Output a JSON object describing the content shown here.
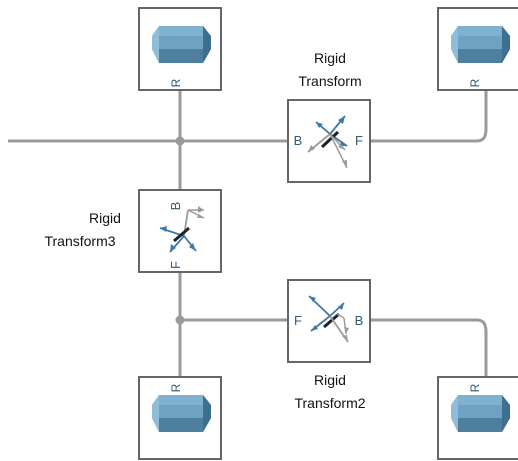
{
  "blocks": {
    "rigid_transform": {
      "label_line1": "Rigid",
      "label_line2": "Transform",
      "port_left": "B",
      "port_right": "F"
    },
    "rigid_transform3": {
      "label_line1": "Rigid",
      "label_line2": "Transform3",
      "port_top": "B",
      "port_bottom": "F"
    },
    "rigid_transform2": {
      "label_line1": "Rigid",
      "label_line2": "Transform2",
      "port_left": "F",
      "port_right": "B"
    },
    "solid_top_left": {
      "port": "R"
    },
    "solid_top_right": {
      "port": "R"
    },
    "solid_bottom_left": {
      "port": "R"
    },
    "solid_bottom_right": {
      "port": "R"
    }
  },
  "colors": {
    "wire": "#9a9a9a",
    "block_border": "#666666",
    "block_fill": "#ffffff",
    "port_text": "#2f5a78",
    "solid_top": "#7fb2cf",
    "solid_front": "#6da2c2",
    "solid_side": "#4f7f9f",
    "axis_blue": "#3e78a7",
    "axis_gray": "#9b9b9b",
    "axis_dark": "#222222"
  }
}
